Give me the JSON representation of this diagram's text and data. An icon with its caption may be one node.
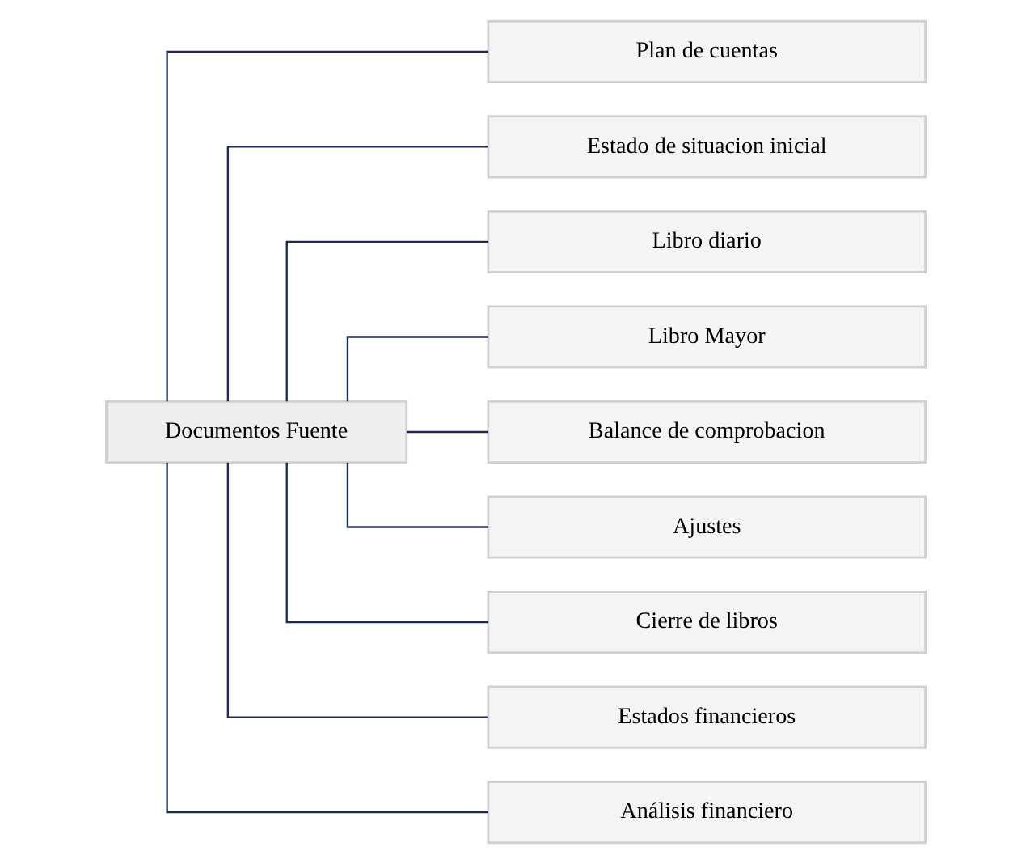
{
  "diagram": {
    "nodes": [
      {
        "text": [
          "Documentos Fuente"
        ]
      },
      {
        "text": [
          "Plan de cuentas"
        ]
      },
      {
        "text": [
          "Estado de situacion inicial"
        ]
      },
      {
        "text": [
          "Libro diario"
        ]
      },
      {
        "text": [
          "Libro Mayor"
        ]
      },
      {
        "text": [
          "Balance de comprobacion"
        ]
      },
      {
        "text": [
          "Ajustes"
        ]
      },
      {
        "text": [
          "Cierre de libros"
        ]
      },
      {
        "text": [
          "Estados financieros"
        ]
      },
      {
        "text": [
          "Análisis financiero"
        ]
      }
    ],
    "edges": [
      {
        "from": 0,
        "to": 1,
        "arrow": "none"
      },
      {
        "from": 0,
        "to": 2,
        "arrow": "none"
      },
      {
        "from": 0,
        "to": 3,
        "arrow": "none"
      },
      {
        "from": 0,
        "to": 4,
        "arrow": "none"
      },
      {
        "from": 0,
        "to": 5,
        "arrow": "none"
      },
      {
        "from": 0,
        "to": 6,
        "arrow": "none"
      },
      {
        "from": 0,
        "to": 7,
        "arrow": "none"
      },
      {
        "from": 0,
        "to": 8,
        "arrow": "none"
      },
      {
        "from": 0,
        "to": 9,
        "arrow": "none"
      }
    ]
  }
}
